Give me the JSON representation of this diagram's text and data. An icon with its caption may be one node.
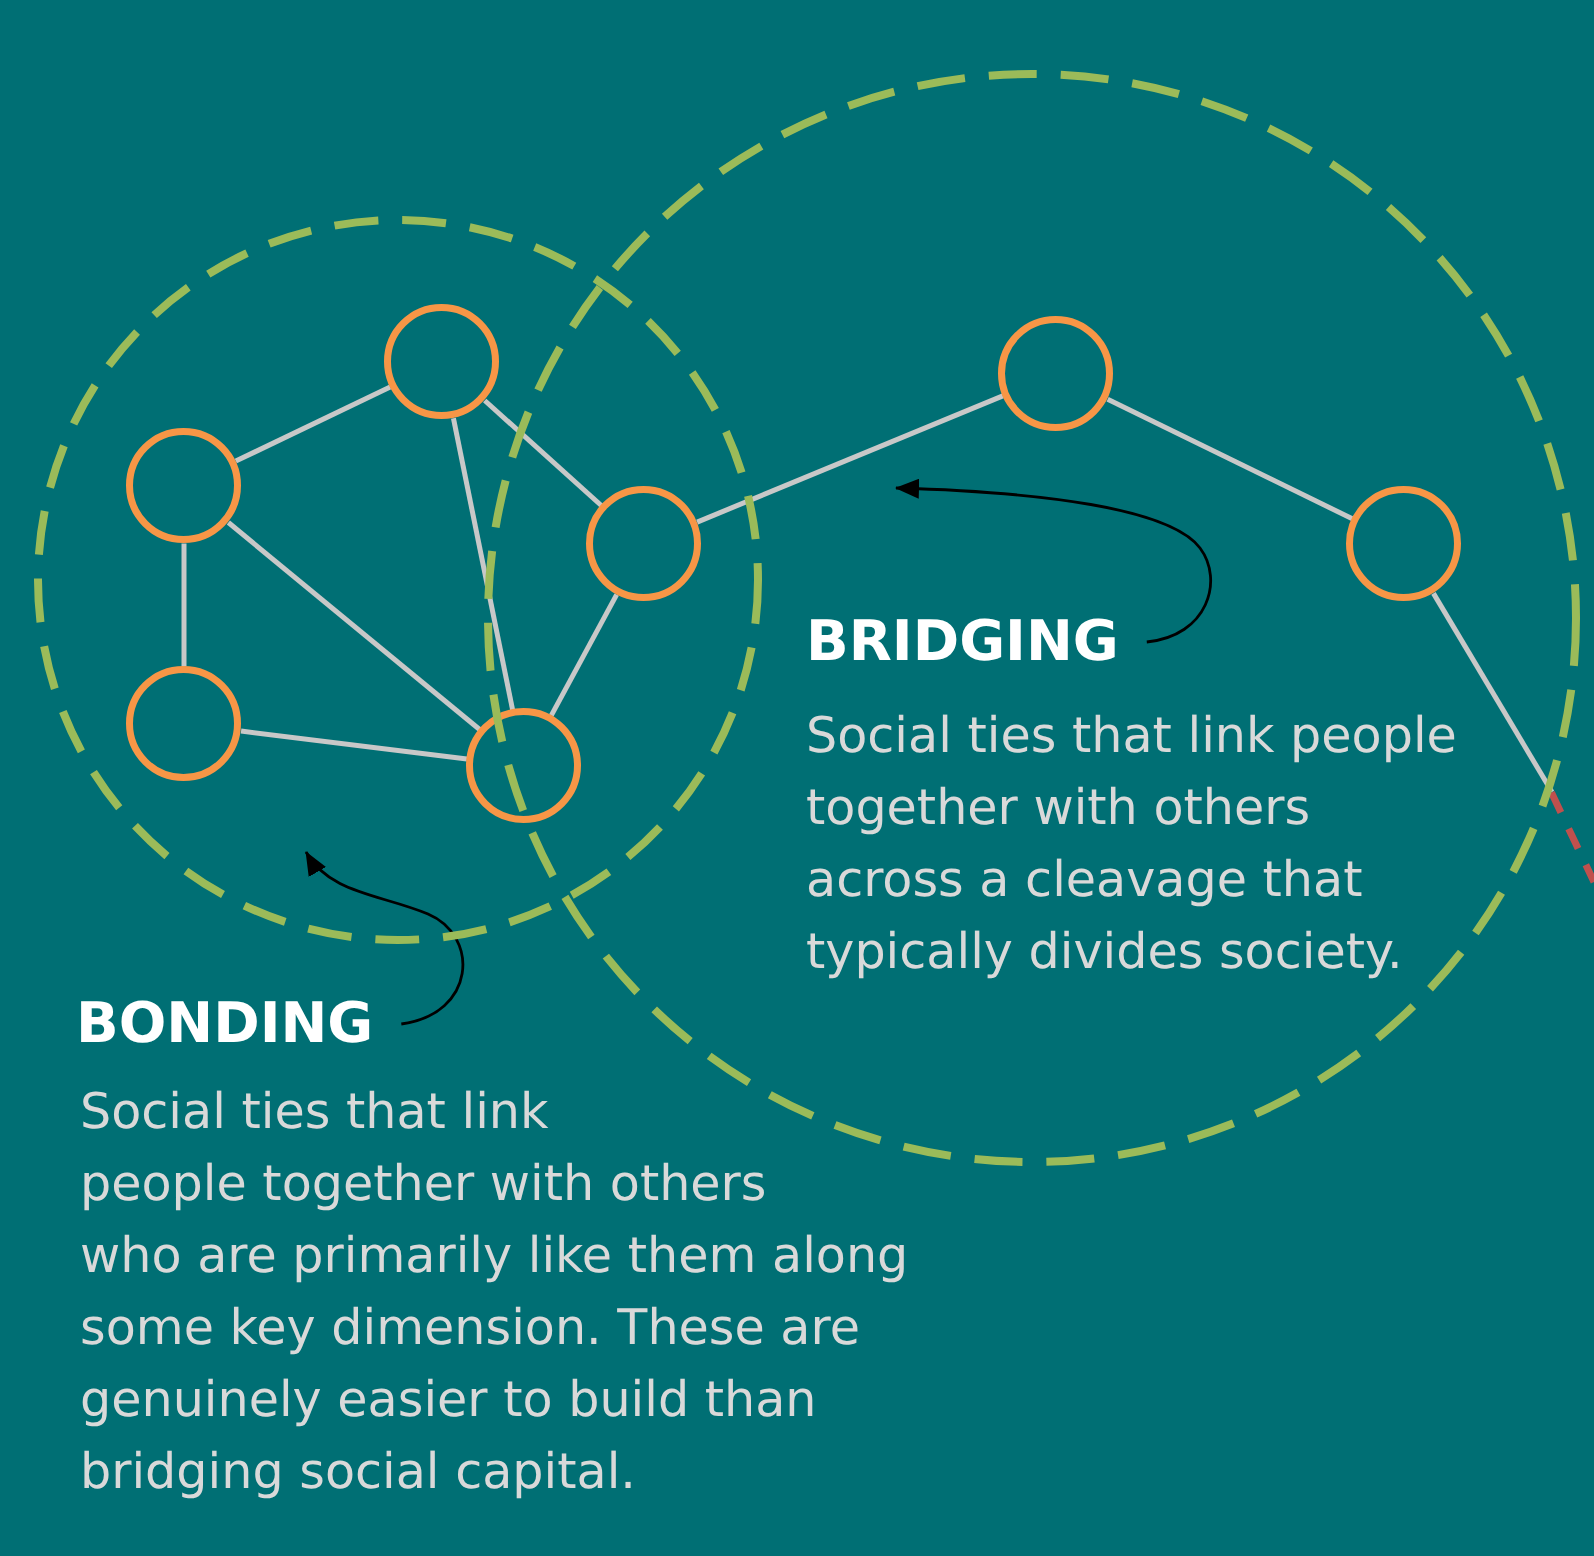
{
  "diagram": {
    "nodes": [
      {
        "text": [],
        "shape": "circle"
      },
      {
        "text": [],
        "shape": "circle"
      },
      {
        "text": [],
        "shape": "circle",
        "in": 0
      },
      {
        "text": [],
        "shape": "circle",
        "in": 0
      },
      {
        "text": [],
        "shape": "circle",
        "in": 0
      },
      {
        "text": [],
        "shape": "circle",
        "in": 0
      },
      {
        "text": [],
        "shape": "circle"
      },
      {
        "text": [],
        "shape": "circle",
        "in": 1
      },
      {
        "text": [],
        "shape": "circle",
        "in": 1
      },
      {
        "text": [
          "BRIDGING"
        ],
        "in": 1,
        "beside": [
          "Social ties that link people together with others across a cleavage that typically divides society."
        ]
      },
      {
        "text": [
          "BONDING"
        ],
        "beside": [
          "Social ties that link people together with others who are primarily like them along some key dimension. These are genuinely easier to build than bridging social capital."
        ]
      }
    ],
    "edges": [
      {
        "from": 2,
        "to": 3,
        "arrow": "none"
      },
      {
        "from": 2,
        "to": 5,
        "arrow": "none"
      },
      {
        "from": 2,
        "to": 6,
        "arrow": "none"
      },
      {
        "from": 3,
        "to": 4,
        "arrow": "none"
      },
      {
        "from": 3,
        "to": 5,
        "arrow": "none"
      },
      {
        "from": 4,
        "to": 5,
        "arrow": "none"
      },
      {
        "from": 5,
        "to": 6,
        "arrow": "none"
      },
      {
        "from": 6,
        "to": 7,
        "arrow": "none"
      },
      {
        "from": 7,
        "to": 8,
        "arrow": "none"
      },
      {
        "from": 8,
        "to": null,
        "arrow": "none"
      },
      {
        "from": 10,
        "to": null,
        "arrow": "to",
        "color": "#000000"
      },
      {
        "from": 9,
        "to": null,
        "arrow": "to",
        "color": "#000000"
      },
      {
        "from": 1,
        "to": null,
        "arrow": "none",
        "style": "dashed",
        "color": "#c0504d"
      }
    ]
  }
}
